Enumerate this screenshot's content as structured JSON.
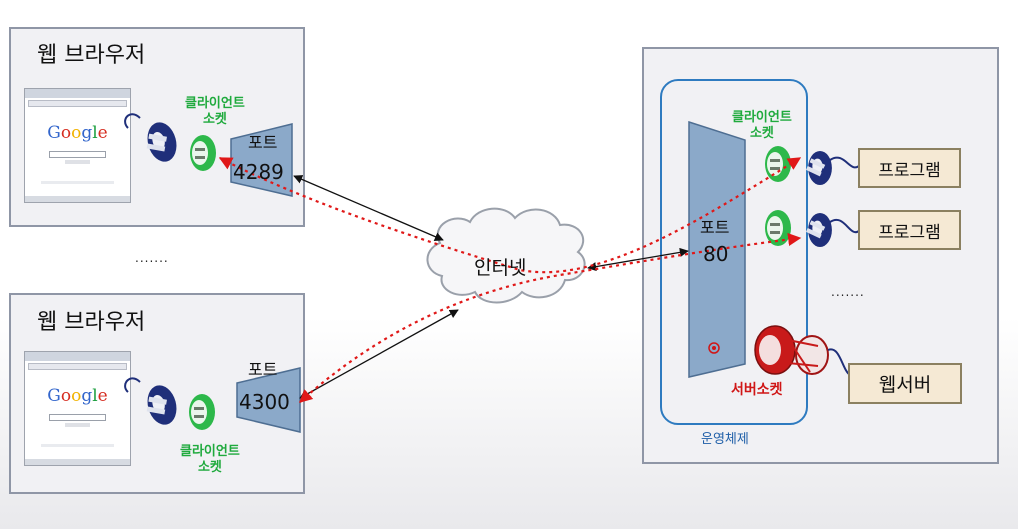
{
  "left_top": {
    "title": "웹 브라우저",
    "socket_label": "클라이언트\n소켓",
    "port_label": "포트",
    "port_number": "4289"
  },
  "left_bottom": {
    "title": "웹 브라우저",
    "socket_label": "클라이언트\n소켓",
    "port_label": "포트",
    "port_number": "4300"
  },
  "between_dots": ".......",
  "browser_logo": "Google",
  "internet_label": "인터넷",
  "server": {
    "client_socket_label": "클라이언트\n소켓",
    "port_label": "포트",
    "port_number": "80",
    "programs": [
      "프로그램",
      "프로그램"
    ],
    "dots": ".......",
    "server_socket_label": "서버소켓",
    "web_server_label": "웹서버",
    "os_label": "운영체제"
  },
  "colors": {
    "socket_green": "#1faa3d",
    "plug_blue": "#1f2f7a",
    "red_dotted": "#e01818",
    "os_border": "#2e7bc0",
    "port_fill": "#8ba9c9"
  }
}
